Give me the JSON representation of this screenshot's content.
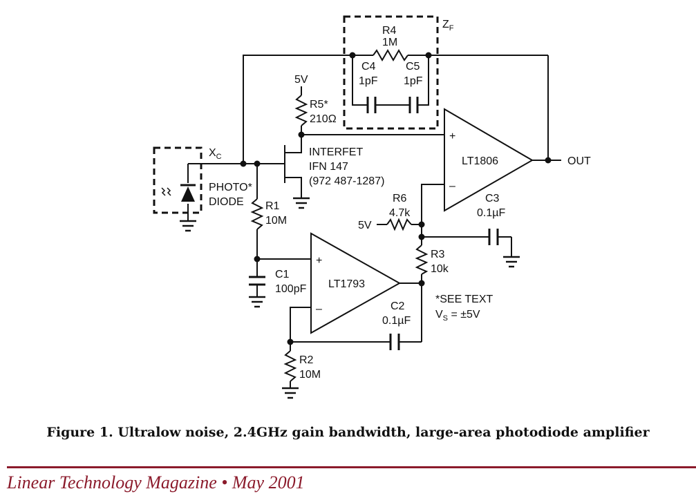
{
  "zf": {
    "letter": "Z",
    "sub": "F"
  },
  "xc": {
    "letter": "X",
    "sub": "C"
  },
  "r4": {
    "name": "R4",
    "value": "1M"
  },
  "c4": {
    "name": "C4",
    "value": "1pF"
  },
  "c5": {
    "name": "C5",
    "value": "1pF"
  },
  "supply_top": "5V",
  "r5": {
    "name": "R5*",
    "value": "210Ω"
  },
  "jfet": {
    "line1": "INTERFET",
    "line2": "IFN 147",
    "line3": "(972 487-1287)"
  },
  "photodiode": {
    "line1": "PHOTO*",
    "line2": "DIODE"
  },
  "r1": {
    "name": "R1",
    "value": "10M"
  },
  "opamp_top": {
    "name": "LT1806",
    "plus": "+",
    "minus": "–"
  },
  "out_label": "OUT",
  "r6": {
    "name": "R6",
    "value": "4.7k"
  },
  "supply_r6": "5V",
  "c3": {
    "name": "C3",
    "value": "0.1µF"
  },
  "r3": {
    "name": "R3",
    "value": "10k"
  },
  "c1": {
    "name": "C1",
    "value": "100pF"
  },
  "opamp_bottom": {
    "name": "LT1793",
    "plus": "+",
    "minus": "–"
  },
  "c2": {
    "name": "C2",
    "value": "0.1µF"
  },
  "note": {
    "line1": "*SEE TEXT",
    "vs_letter": "V",
    "vs_sub": "S",
    "vs_rest": " = ±5V"
  },
  "r2": {
    "name": "R2",
    "value": "10M"
  },
  "caption": "Figure 1. Ultralow noise, 2.4GHz gain bandwidth, large-area photodiode amplifier",
  "footer": "Linear Technology Magazine • May 2001"
}
